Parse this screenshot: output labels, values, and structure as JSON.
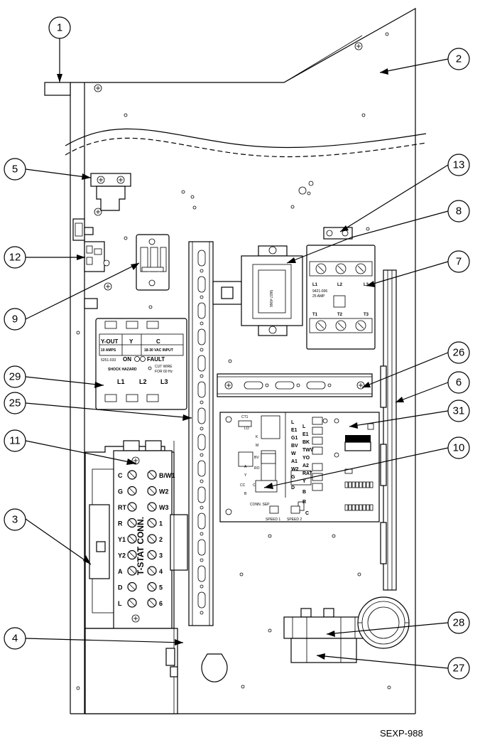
{
  "drawing_id": "SEXP-988",
  "callouts": [
    "1",
    "2",
    "3",
    "4",
    "5",
    "6",
    "7",
    "8",
    "9",
    "10",
    "11",
    "12",
    "13",
    "25",
    "26",
    "27",
    "28",
    "29",
    "31"
  ],
  "tstat": {
    "title": "T-STAT CONN.",
    "left": [
      "C",
      "G",
      "RT",
      "R",
      "Y1",
      "Y2",
      "A",
      "D",
      "L"
    ],
    "right": [
      "B/W1",
      "W2",
      "W3",
      "1",
      "2",
      "3",
      "4",
      "5",
      "6"
    ]
  },
  "relay": {
    "top": [
      "Y-OUT",
      "Y",
      "C"
    ],
    "amps": "10 AMPS",
    "vac": "18-30 VAC INPUT",
    "on": "ON",
    "fault": "FAULT",
    "part": "5251-033",
    "shock": "SHOCK HAZARD",
    "cut1": "CUT WIRE",
    "cut2": "FOR 60 Hz",
    "lines": [
      "L1",
      "L2",
      "L3"
    ]
  },
  "contactor": {
    "lines": [
      "L1",
      "L2",
      "L3"
    ],
    "terms": [
      "T1",
      "T2",
      "T3"
    ],
    "part": "9421-006",
    "amps": "25 AMP"
  },
  "transformer": {
    "part": "5607-4066"
  },
  "board": {
    "labels": [
      "L",
      "L",
      "E1",
      "E1",
      "G1",
      "BK",
      "BV",
      "TWV",
      "W",
      "YO",
      "A1",
      "A2",
      "W2",
      "RAT",
      "G",
      "Y",
      "D",
      "B",
      "R",
      "C"
    ],
    "left": [
      "CT1",
      "LO",
      "K",
      "M",
      "BV",
      "A",
      "Y",
      "RO",
      "CC",
      "C",
      "B"
    ],
    "bottom": [
      "SPEED 1",
      "SPEED 2",
      "CONN. SEP"
    ]
  }
}
